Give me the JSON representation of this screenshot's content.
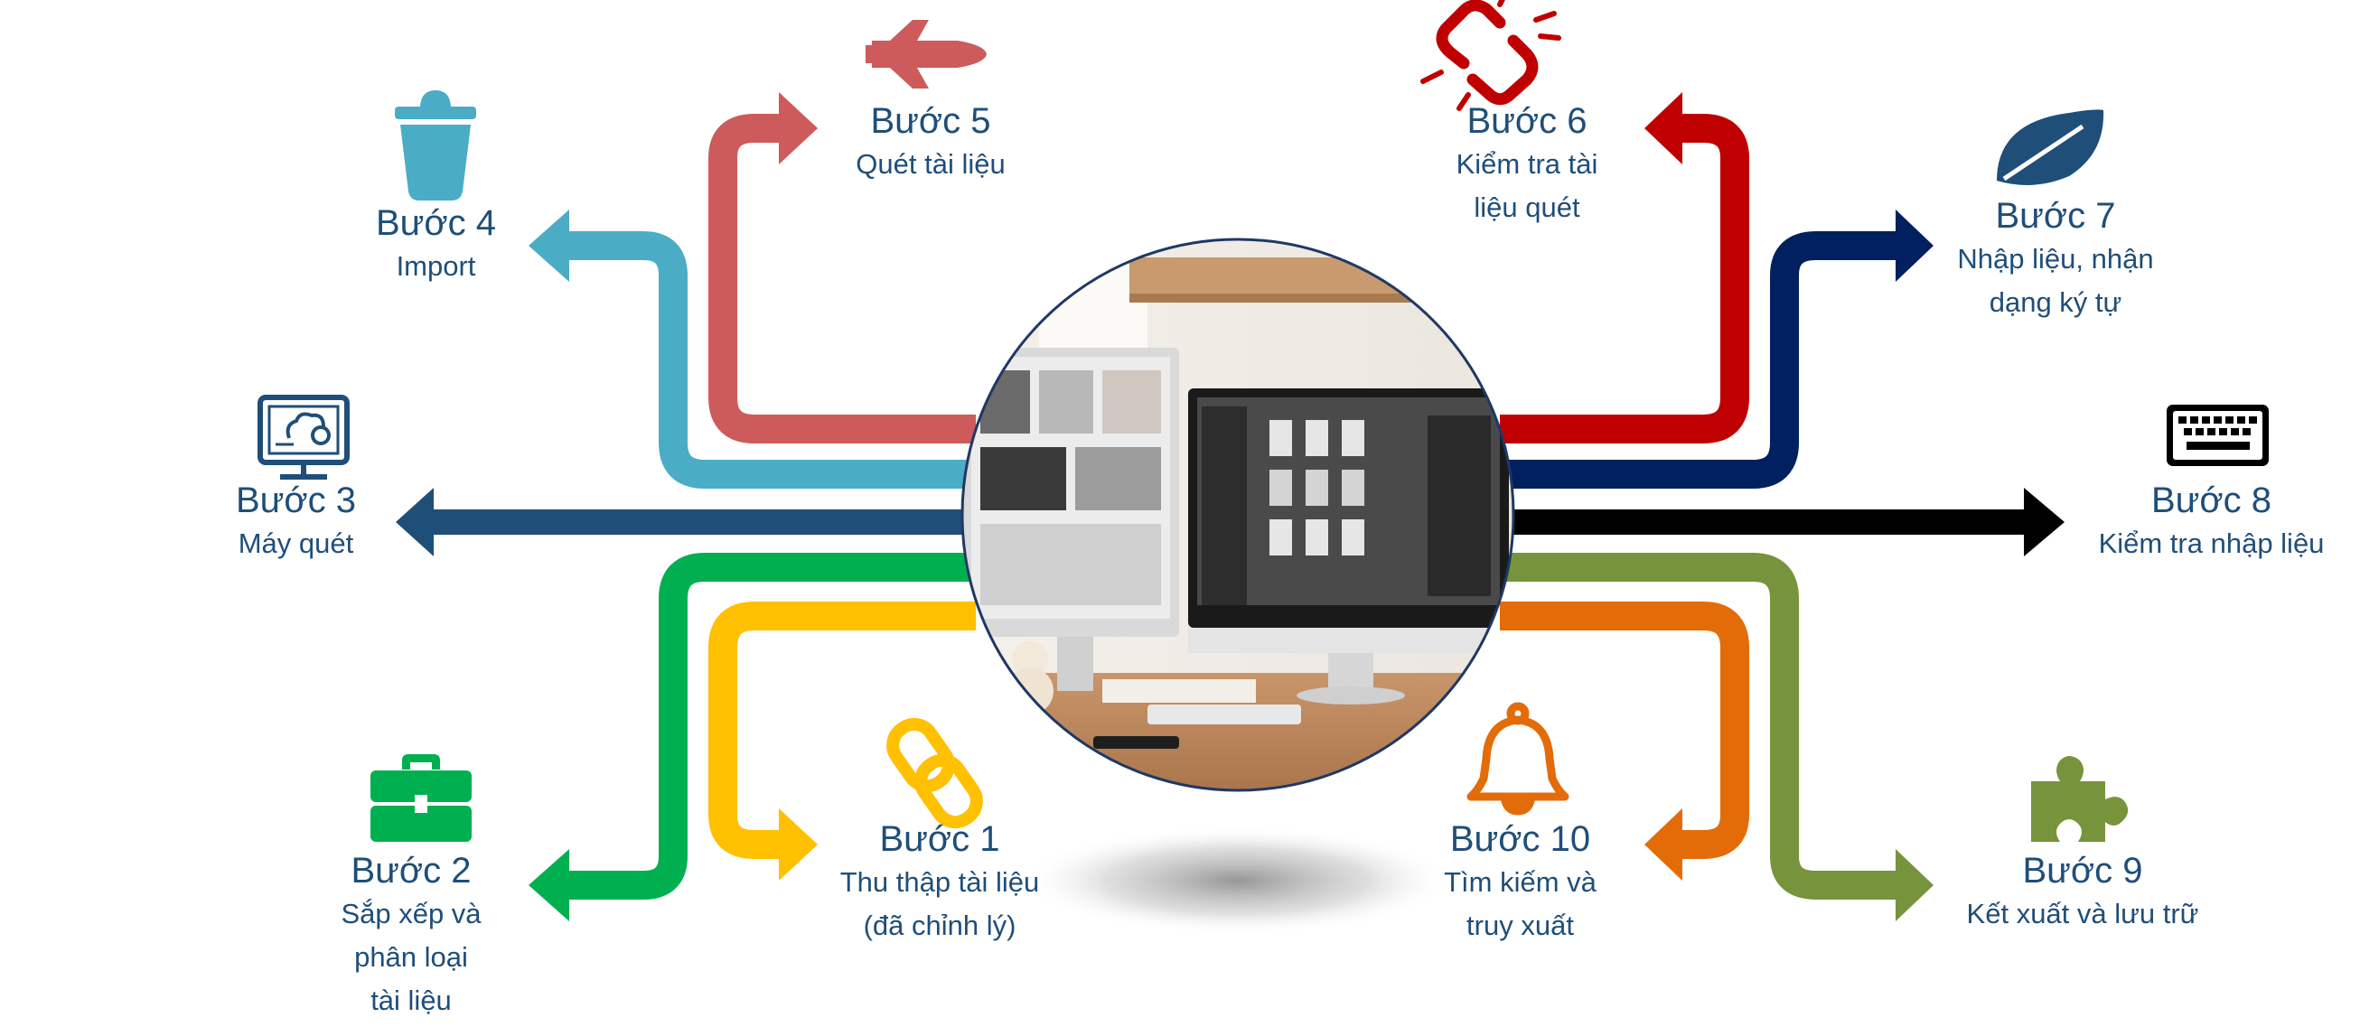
{
  "steps": [
    {
      "id": 1,
      "title": "Bước 1",
      "desc": [
        "Thu thập tài liệu",
        "(đã chỉnh lý)"
      ],
      "color": "#ffc000",
      "icon": "link-chain-icon"
    },
    {
      "id": 2,
      "title": "Bước 2",
      "desc": [
        "Sắp xếp và",
        "phân loại",
        "tài liệu"
      ],
      "color": "#00b050",
      "icon": "briefcase-icon"
    },
    {
      "id": 3,
      "title": "Bước 3",
      "desc": [
        "Máy quét"
      ],
      "color": "#1f4e79",
      "icon": "scanner-monitor-icon"
    },
    {
      "id": 4,
      "title": "Bước 4",
      "desc": [
        "Import"
      ],
      "color": "#4bacc6",
      "icon": "trash-bin-icon"
    },
    {
      "id": 5,
      "title": "Bước 5",
      "desc": [
        "Quét tài liệu"
      ],
      "color": "#cd5b5b",
      "icon": "space-shuttle-icon"
    },
    {
      "id": 6,
      "title": "Bước 6",
      "desc": [
        "Kiểm tra tài",
        "liệu quét"
      ],
      "color": "#c00000",
      "icon": "broken-link-icon"
    },
    {
      "id": 7,
      "title": "Bước 7",
      "desc": [
        "Nhập liệu, nhận",
        "dạng ký tự"
      ],
      "color": "#002060",
      "icon": "leaf-icon"
    },
    {
      "id": 8,
      "title": "Bước 8",
      "desc": [
        "Kiểm tra nhập liệu"
      ],
      "color": "#000000",
      "icon": "keyboard-icon"
    },
    {
      "id": 9,
      "title": "Bước 9",
      "desc": [
        "Kết xuất và lưu trữ"
      ],
      "color": "#77933c",
      "icon": "puzzle-piece-icon"
    },
    {
      "id": 10,
      "title": "Bước 10",
      "desc": [
        "Tìm kiếm và",
        "truy xuất"
      ],
      "color": "#e36c09",
      "icon": "bell-icon"
    }
  ],
  "center_image": "desk-with-two-monitors-photo"
}
